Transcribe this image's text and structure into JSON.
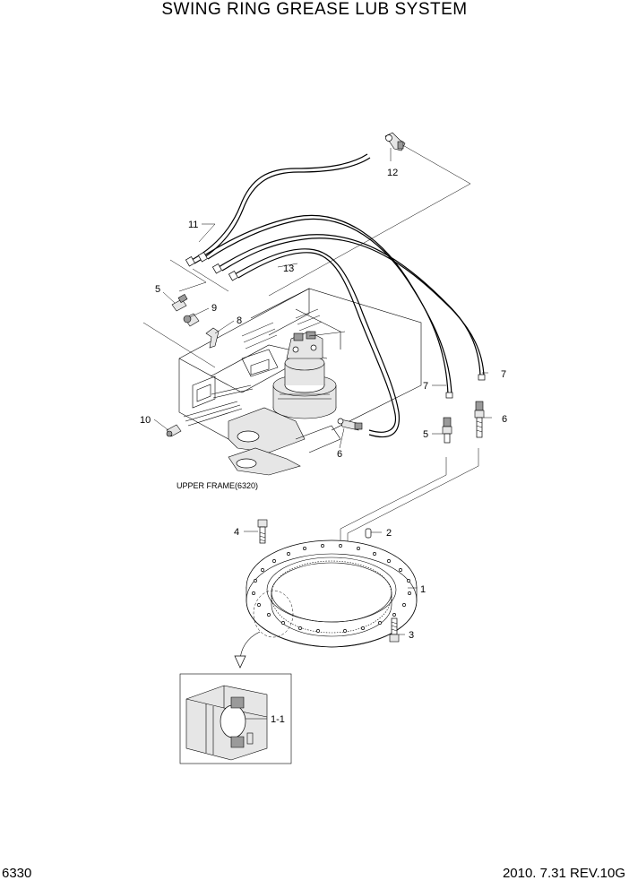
{
  "title": "SWING RING GREASE LUB SYSTEM",
  "page_number": "6330",
  "date_revision": "2010. 7.31  REV.10G",
  "caption": "UPPER FRAME(6320)",
  "callouts": {
    "c1": "1",
    "c1_1": "1-1",
    "c2": "2",
    "c3": "3",
    "c4": "4",
    "c5a": "5",
    "c5b": "5",
    "c6a": "6",
    "c6b": "6",
    "c7a": "7",
    "c7b": "7",
    "c8": "8",
    "c9": "9",
    "c10": "10",
    "c11": "11",
    "c12": "12",
    "c13": "13"
  }
}
